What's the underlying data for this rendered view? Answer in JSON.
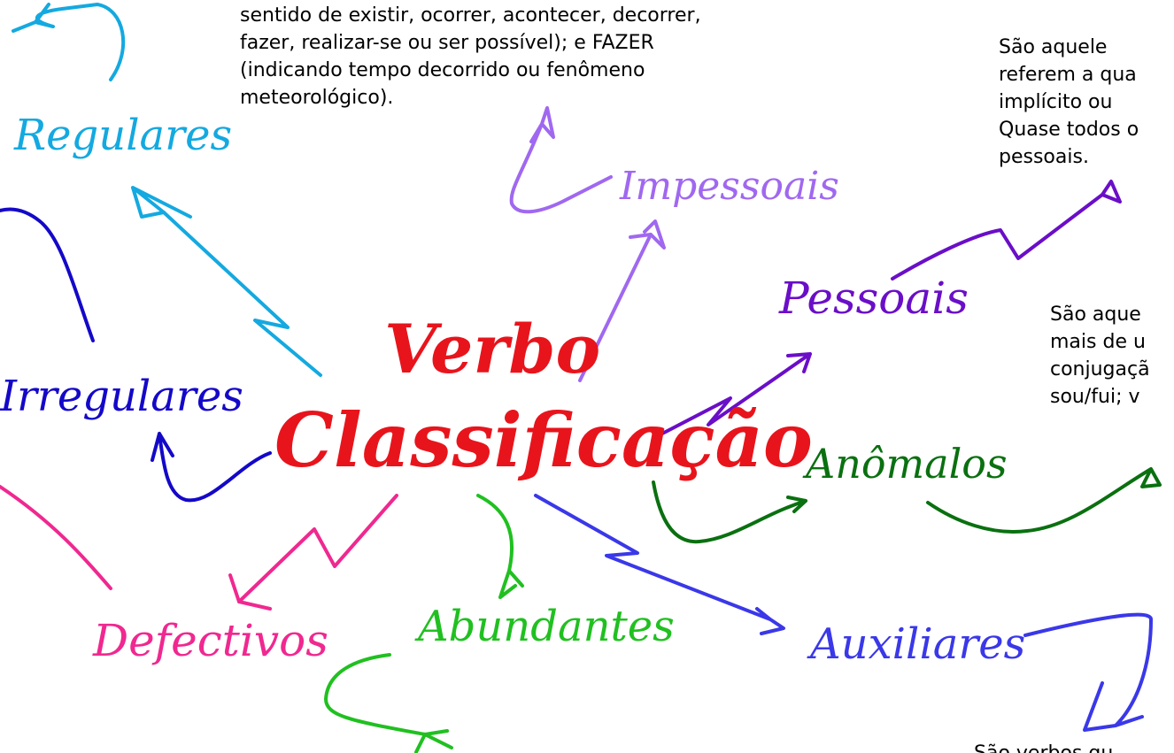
{
  "title": {
    "line1": "Verbo",
    "line2": "Classificação",
    "color": "#e8141c"
  },
  "branches": {
    "regulares": {
      "label": "Regulares",
      "color": "#14a9e0"
    },
    "irregulares": {
      "label": "Irregulares",
      "color": "#1408c8"
    },
    "impessoais": {
      "label": "Impessoais",
      "color": "#a068f0"
    },
    "pessoais": {
      "label": "Pessoais",
      "color": "#6a0ec8"
    },
    "anomalos": {
      "label": "Anômalos",
      "color": "#0a7010"
    },
    "defectivos": {
      "label": "Defectivos",
      "color": "#f02890"
    },
    "abundantes": {
      "label": "Abundantes",
      "color": "#20c020"
    },
    "auxiliares": {
      "label": "Auxiliares",
      "color": "#3a38e8"
    }
  },
  "notes": {
    "impessoais": [
      "sentido de existir, ocorrer, acontecer, decorrer,",
      "fazer, realizar-se ou ser possível); e FAZER",
      "(indicando     tempo     decorrido     ou     fenômeno",
      "meteorológico)."
    ],
    "pessoais": [
      "São     aquele",
      "referem a qua",
      "implícito       ou",
      "Quase todos o",
      "pessoais."
    ],
    "anomalos": [
      "São  aque",
      "mais de u",
      "conjugaçã",
      "sou/fui; v"
    ],
    "auxiliares": [
      "São  verbos  qu"
    ]
  }
}
